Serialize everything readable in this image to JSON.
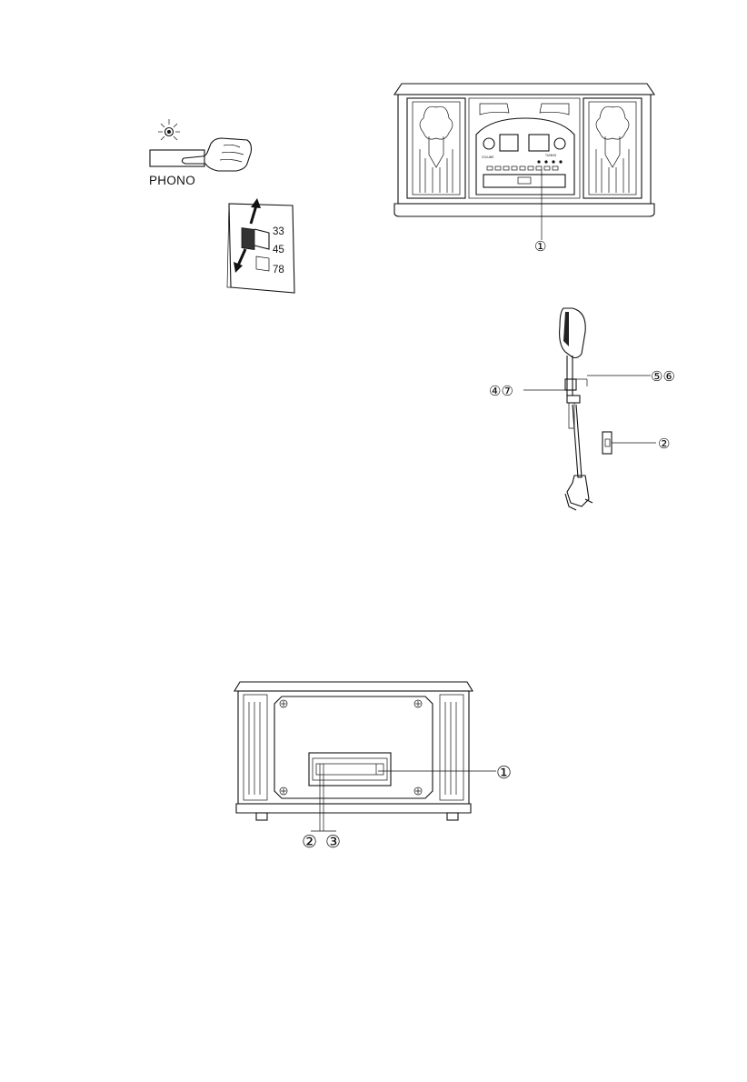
{
  "phono": {
    "label": "PHONO",
    "icons": [
      "indicator-light-icon",
      "pointing-hand-icon"
    ]
  },
  "speed_selector": {
    "speeds": [
      "33",
      "45",
      "78"
    ]
  },
  "front_panel": {
    "volume_label": "VOLUME",
    "tuning_label": "TUNING",
    "callouts": [
      "①"
    ]
  },
  "tonearm": {
    "callouts": [
      "⑤⑥",
      "④⑦",
      "②"
    ]
  },
  "rear_panel": {
    "callouts": [
      "①",
      "②",
      "③"
    ]
  }
}
